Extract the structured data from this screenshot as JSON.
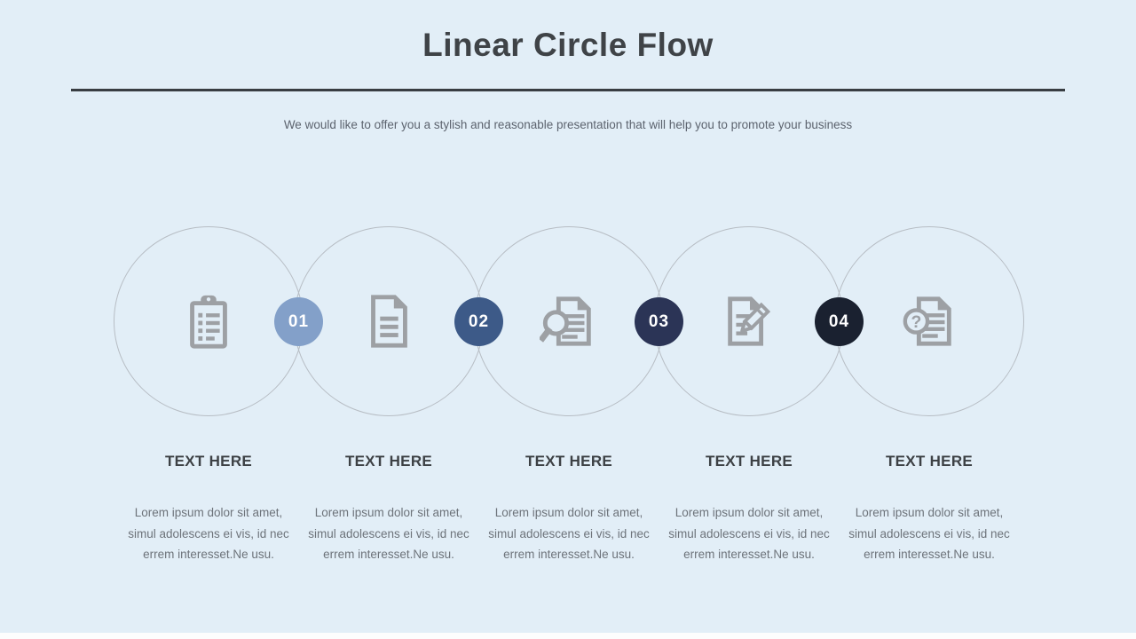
{
  "slide": {
    "title": "Linear Circle Flow",
    "subtitle": "We would like to offer you a stylish and reasonable presentation that will help you to promote your business"
  },
  "steps": [
    {
      "icon": "clipboard-list-icon",
      "heading": "TEXT HERE",
      "body_lines": [
        "Lorem ipsum dolor sit amet,",
        "simul adolescens ei vis, id nec",
        "errem interesset.Ne usu."
      ]
    },
    {
      "icon": "document-icon",
      "heading": "TEXT HERE",
      "body_lines": [
        "Lorem ipsum dolor sit amet,",
        "simul adolescens ei vis, id nec",
        "errem interesset.Ne usu."
      ]
    },
    {
      "icon": "document-search-icon",
      "heading": "TEXT HERE",
      "body_lines": [
        "Lorem ipsum dolor sit amet,",
        "simul adolescens ei vis, id nec",
        "errem interesset.Ne usu."
      ]
    },
    {
      "icon": "document-edit-icon",
      "heading": "TEXT HERE",
      "body_lines": [
        "Lorem ipsum dolor sit amet,",
        "simul adolescens ei vis, id nec",
        "errem interesset.Ne usu."
      ]
    },
    {
      "icon": "document-question-icon",
      "heading": "TEXT HERE",
      "body_lines": [
        "Lorem ipsum dolor sit amet,",
        "simul adolescens ei vis, id nec",
        "errem interesset.Ne usu."
      ]
    }
  ],
  "badges": [
    {
      "label": "01",
      "color": "#83a0c9"
    },
    {
      "label": "02",
      "color": "#3d5a88"
    },
    {
      "label": "03",
      "color": "#2b3456"
    },
    {
      "label": "04",
      "color": "#1a2130"
    }
  ],
  "colors": {
    "background": "#e2eef7",
    "title": "#3f4347",
    "divider": "#383d42",
    "subtitle": "#5c636e",
    "circle_outline": "#b7bdc4",
    "icon": "#9da0a4",
    "heading": "#3d4145",
    "body": "#6d737a",
    "badge_text": "#ffffff"
  }
}
